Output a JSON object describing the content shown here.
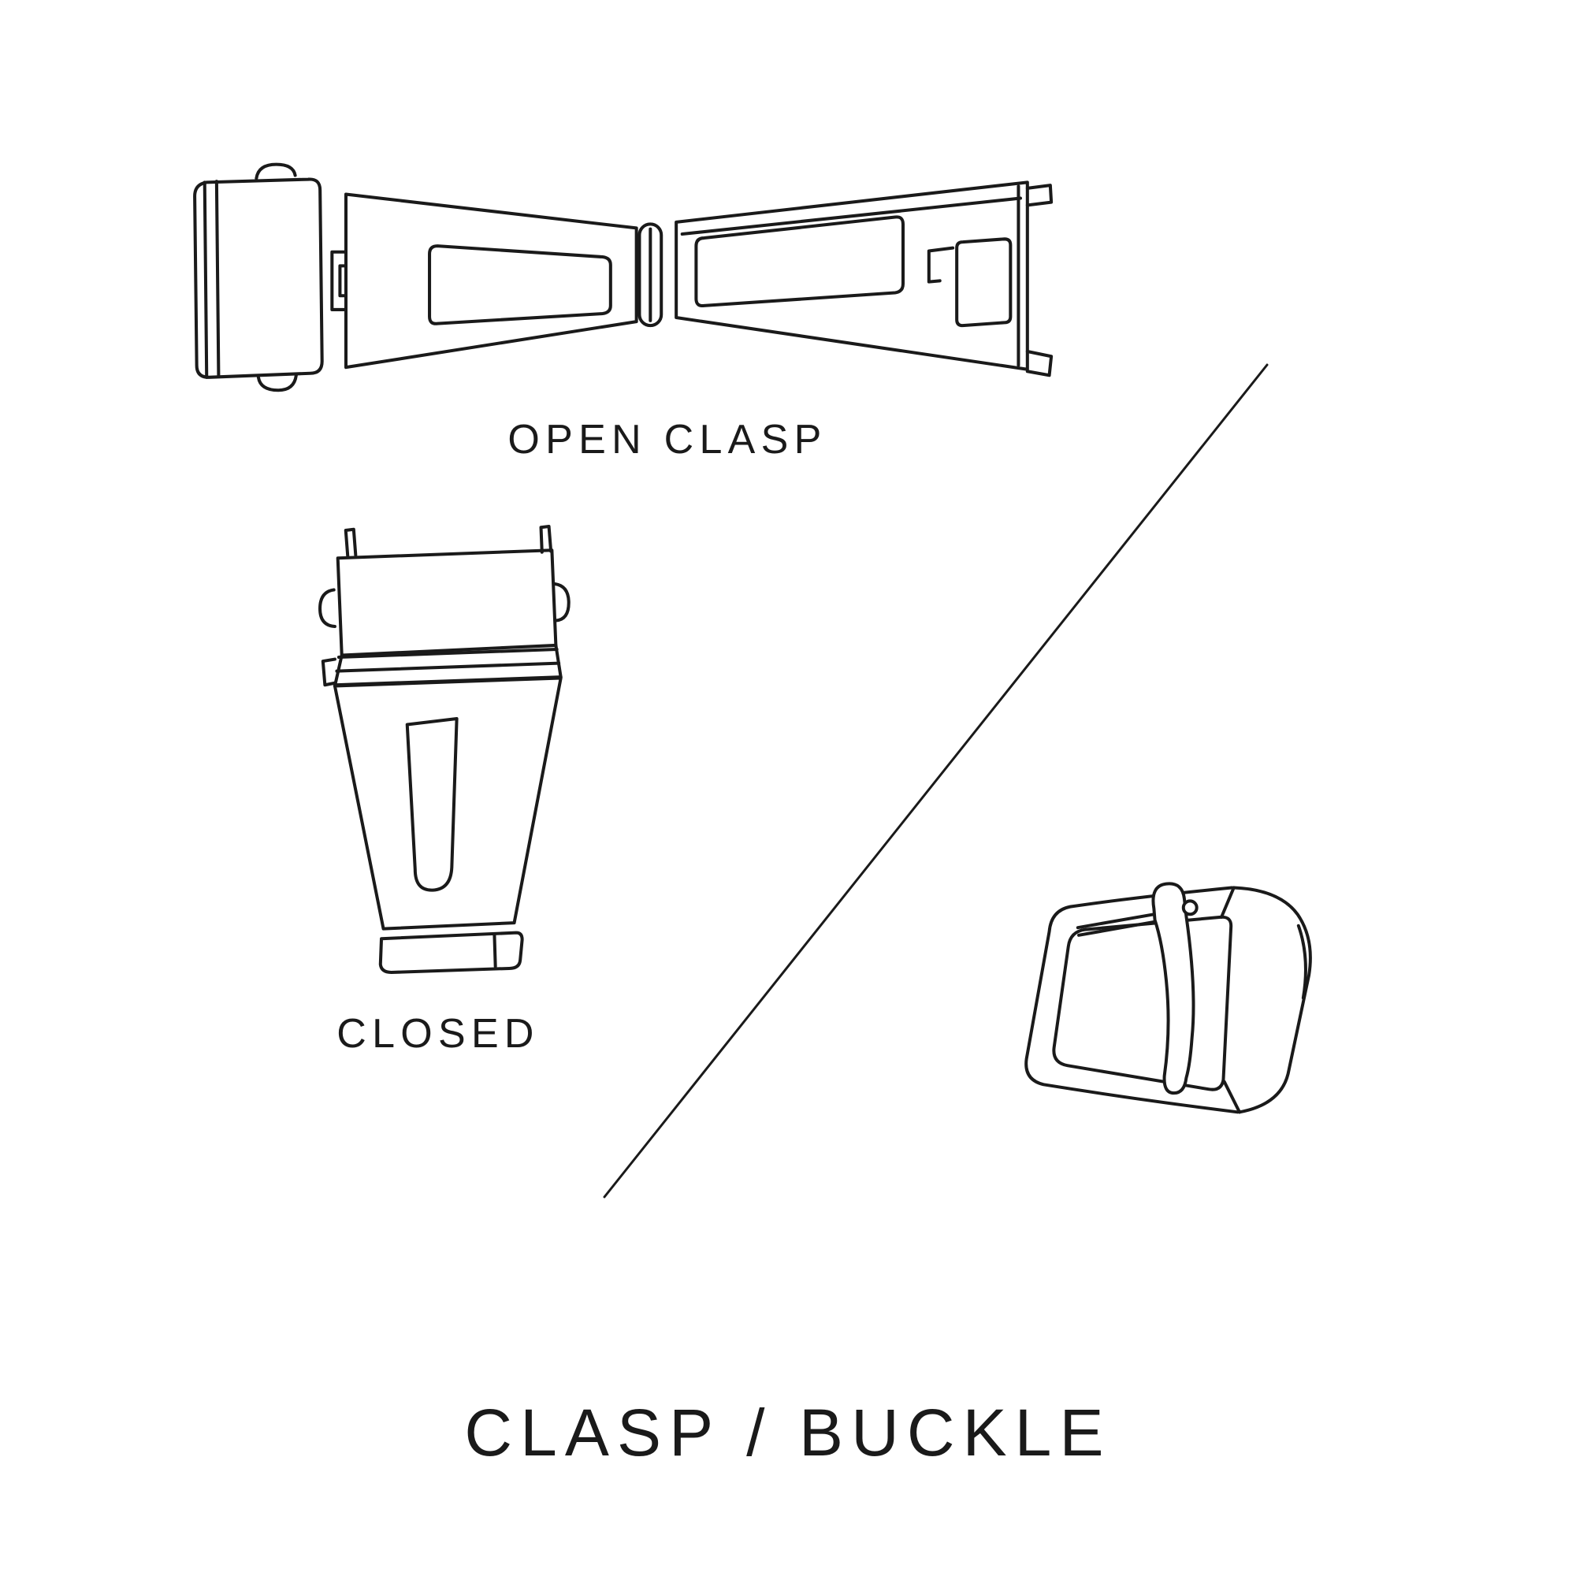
{
  "page": {
    "title": "CLASP / BUCKLE",
    "background_color": "#ffffff",
    "ink_color": "#1a1a1a"
  },
  "figures": {
    "open_clasp": {
      "label": "OPEN CLASP",
      "icon": "open-clasp-illustration"
    },
    "closed_clasp": {
      "label": "CLOSED",
      "icon": "closed-clasp-illustration"
    },
    "buckle": {
      "icon": "pin-buckle-illustration"
    }
  },
  "divider": {
    "icon": "diagonal-divider-line"
  }
}
